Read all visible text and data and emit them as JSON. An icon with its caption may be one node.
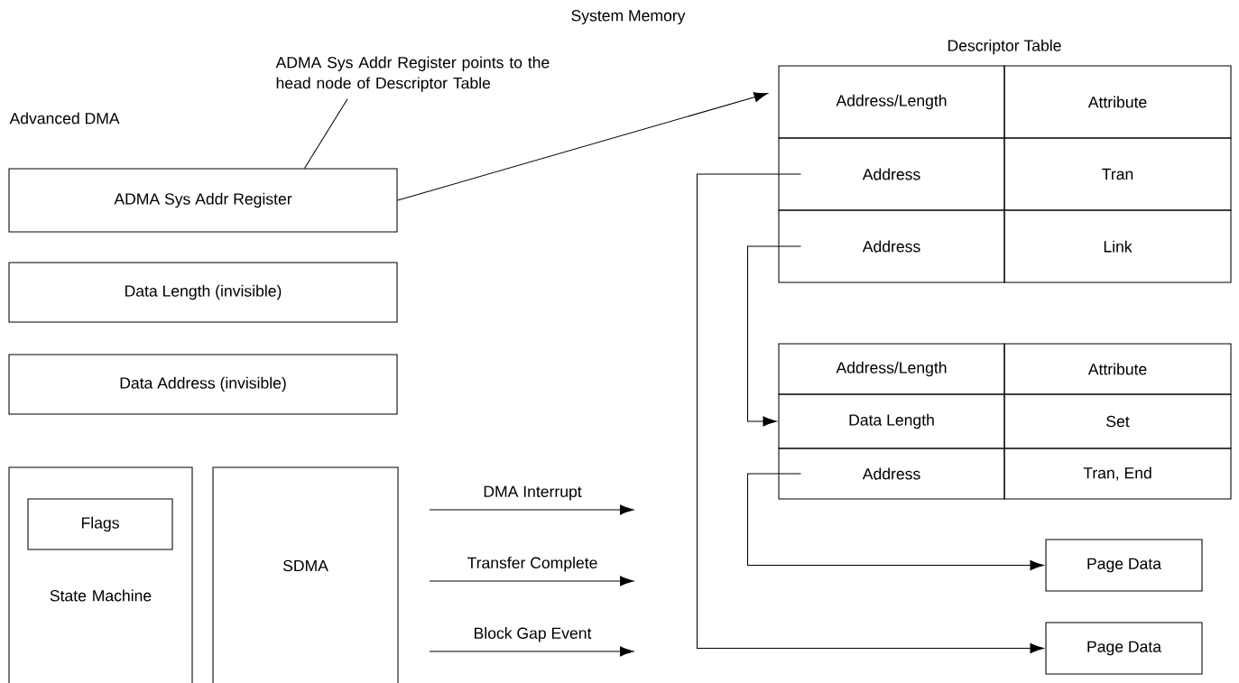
{
  "diagram": {
    "nodes": [
      {
        "text": [
          "ADMA Sys Addr Register"
        ]
      },
      {
        "text": [
          "Data Length (invisible)"
        ]
      },
      {
        "text": [
          "Data Address (invisible)"
        ]
      },
      {
        "text": [
          "State Machine"
        ]
      },
      {
        "text": [
          "Flags"
        ],
        "in": 3
      },
      {
        "text": [
          "SDMA"
        ]
      },
      {
        "text": [
          "Address/Length"
        ]
      },
      {
        "text": [
          "Attribute"
        ]
      },
      {
        "text": [
          "Address"
        ]
      },
      {
        "text": [
          "Tran"
        ]
      },
      {
        "text": [
          "Address"
        ]
      },
      {
        "text": [
          "Link"
        ]
      },
      {
        "text": [
          "Address/Length"
        ]
      },
      {
        "text": [
          "Attribute"
        ]
      },
      {
        "text": [
          "Data Length"
        ]
      },
      {
        "text": [
          "Set"
        ]
      },
      {
        "text": [
          "Address"
        ]
      },
      {
        "text": [
          "Tran, End"
        ]
      },
      {
        "text": [
          "Page Data"
        ]
      },
      {
        "text": [
          "Page Data"
        ]
      },
      {
        "text": [
          "ADMA Sys Addr Register points to the head node of Descriptor Table"
        ]
      }
    ],
    "edges": [
      {
        "from": 20,
        "to": 0,
        "arrow": "none"
      },
      {
        "from": 0,
        "to": 6,
        "arrow": "to"
      },
      {
        "from": 8,
        "to": 19,
        "arrow": "to"
      },
      {
        "from": 10,
        "to": 14,
        "arrow": "to"
      },
      {
        "from": 16,
        "to": 18,
        "arrow": "to"
      }
    ],
    "labels": [
      "System Memory",
      "Descriptor Table",
      "Advanced DMA",
      "DMA Interrupt",
      "Transfer Complete",
      "Block Gap Event"
    ]
  }
}
